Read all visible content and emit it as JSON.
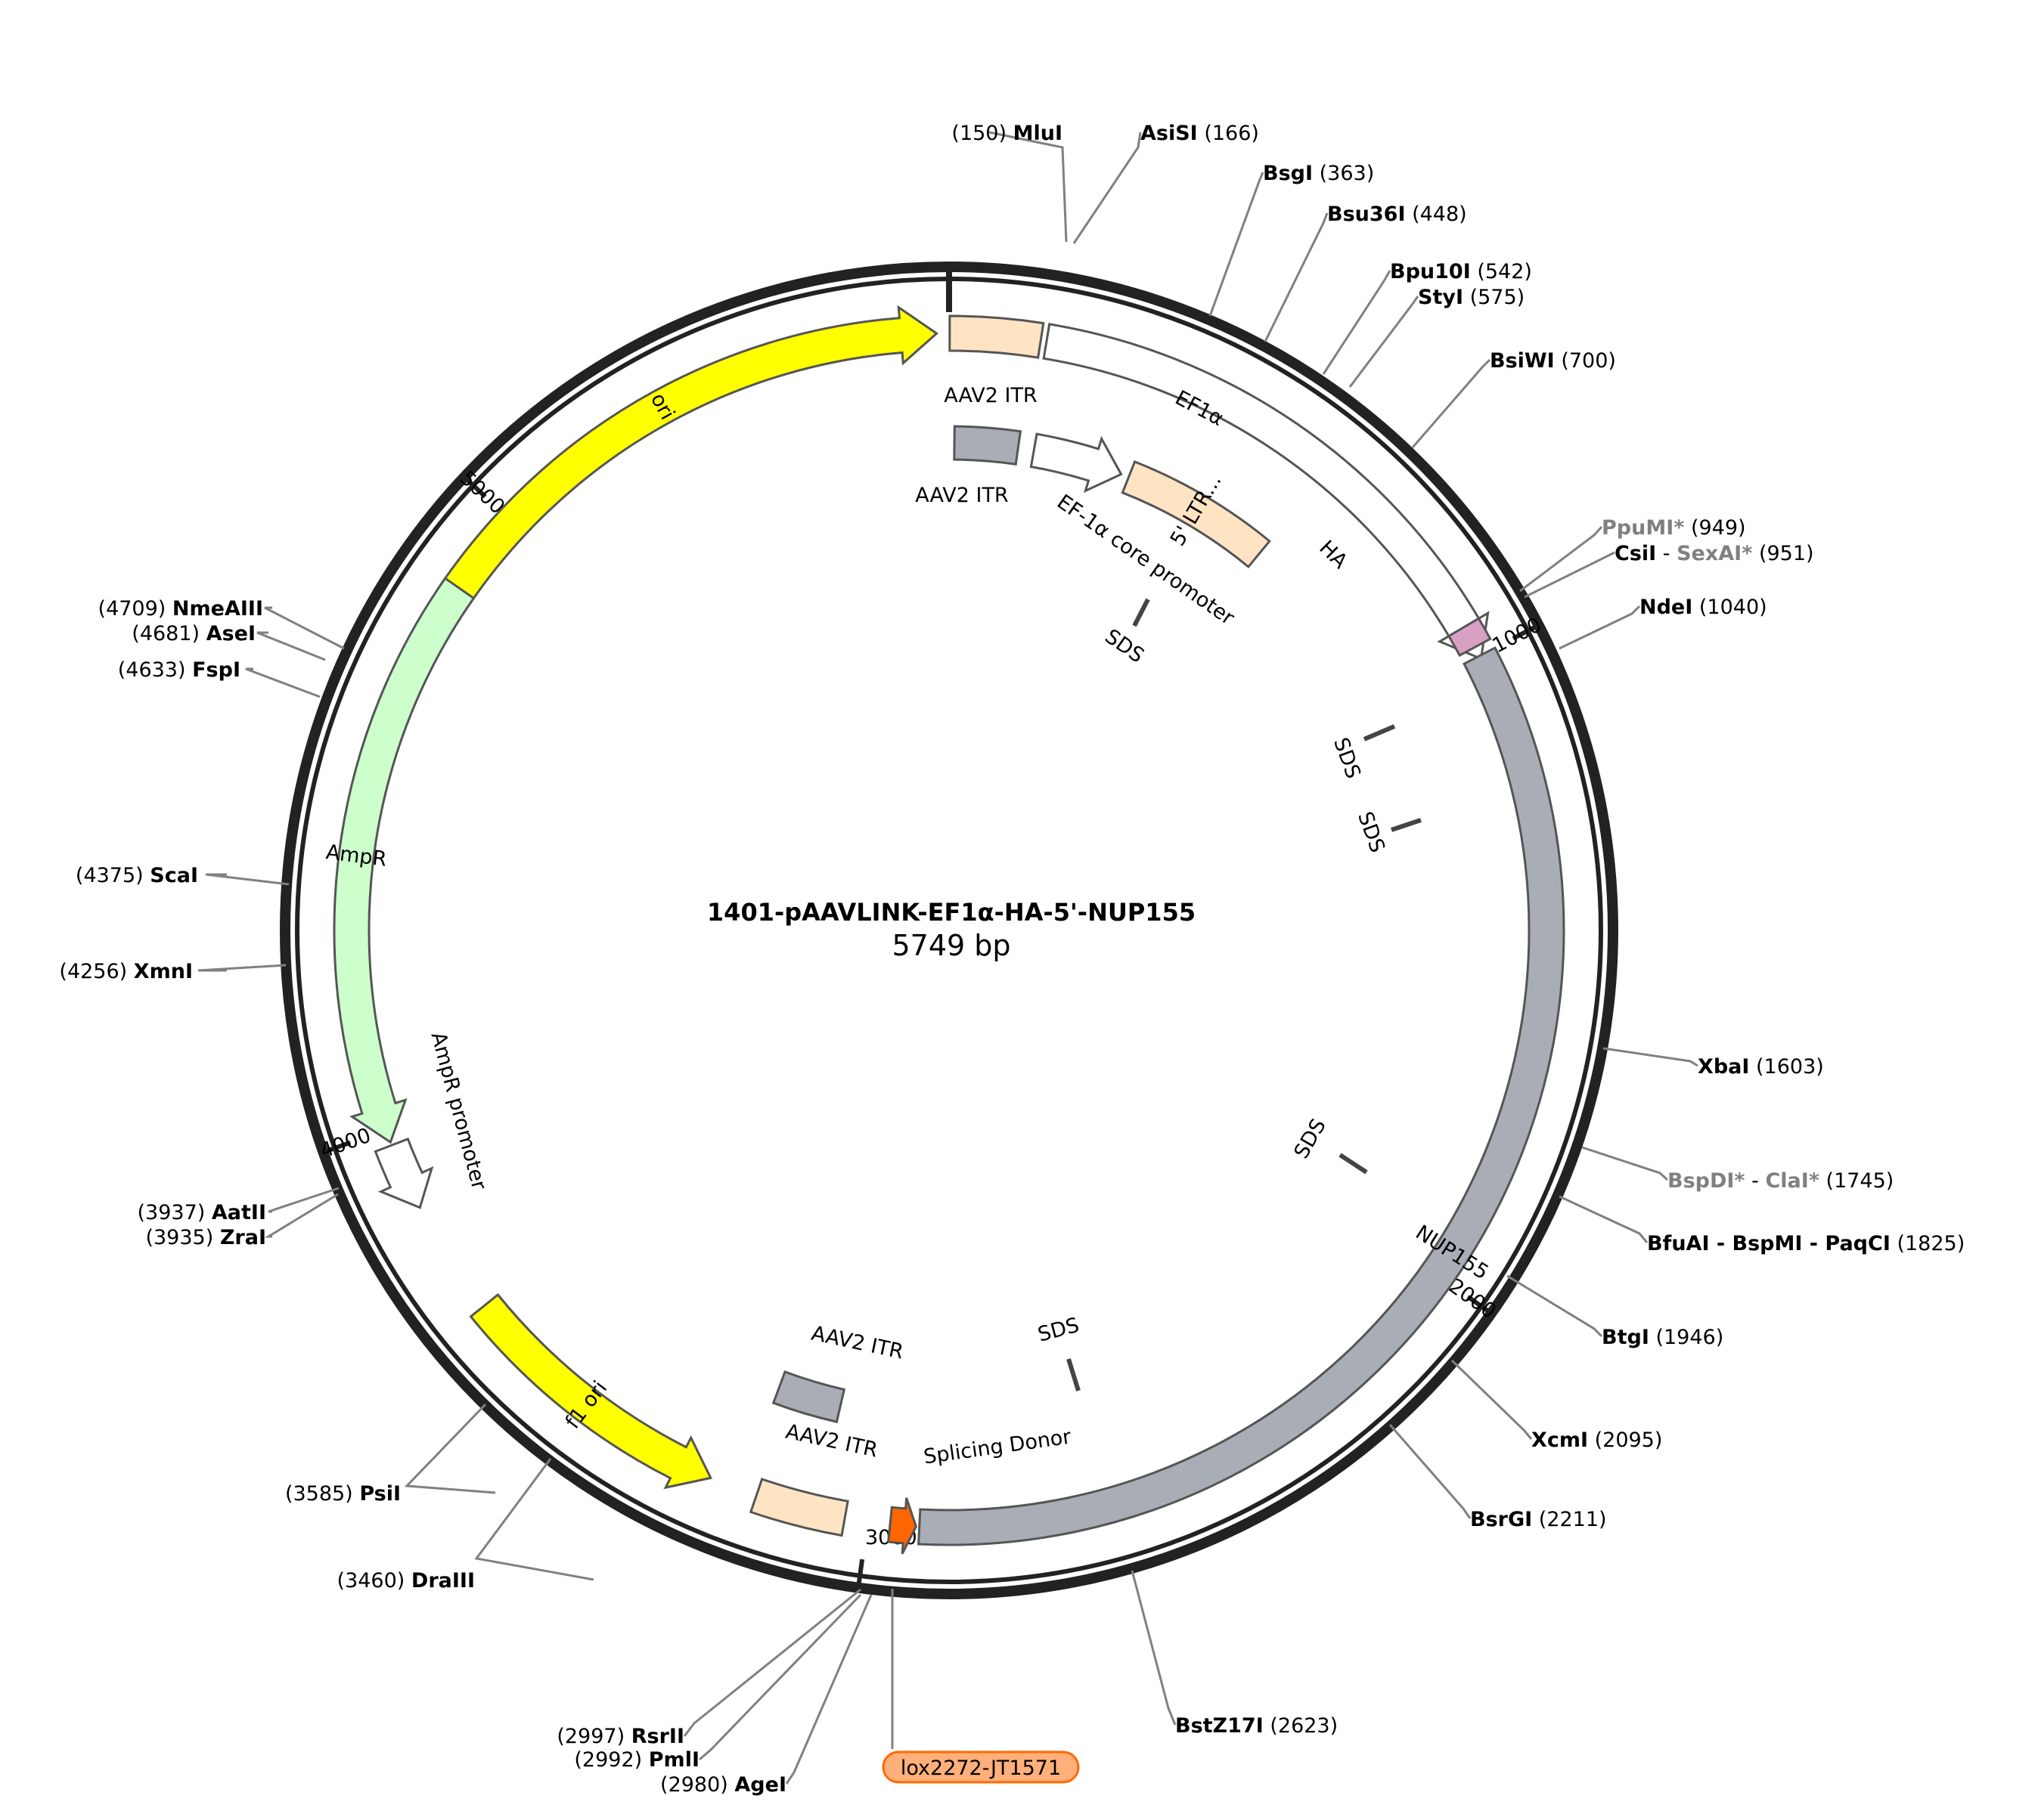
{
  "title": "1401-pAAVLINK-EF1α-HA-5'-NUP155",
  "subtitle": "5749 bp",
  "total_bp": 5749,
  "ticks": [
    {
      "bp": 1000,
      "label": "1000"
    },
    {
      "bp": 2000,
      "label": "2000"
    },
    {
      "bp": 3000,
      "label": "3000"
    },
    {
      "bp": 4000,
      "label": "4000"
    },
    {
      "bp": 5000,
      "label": "5000"
    }
  ],
  "features": [
    {
      "name": "ori",
      "type": "arrow",
      "ring": "outer",
      "start": 4850,
      "end": 5730,
      "dir": 1,
      "color": "#ffff00",
      "label_inside": true
    },
    {
      "name": "AAV2 ITR",
      "type": "box",
      "ring": "outer",
      "start": 1,
      "end": 141,
      "color": "#ffe4c4"
    },
    {
      "name": "EF1α",
      "type": "arrow",
      "ring": "outer",
      "start": 150,
      "end": 1005,
      "dir": 1,
      "color": "#ffffff"
    },
    {
      "name": "AAV2 ITR",
      "type": "box",
      "ring": "mid",
      "start": 10,
      "end": 130,
      "color": "#a9adb5"
    },
    {
      "name": "EF-1α core promoter",
      "type": "arrow",
      "ring": "mid",
      "start": 160,
      "end": 330,
      "dir": 1,
      "color": "#ffffff"
    },
    {
      "name": "5' LTR...",
      "type": "box",
      "ring": "mid",
      "start": 345,
      "end": 630,
      "color": "#ffe4c4",
      "label_inside": true
    },
    {
      "name": "HA",
      "type": "box",
      "ring": "outer",
      "start": 950,
      "end": 985,
      "color": "#d8a1c4"
    },
    {
      "name": "NUP155",
      "type": "box",
      "ring": "outer",
      "start": 1000,
      "end": 2920,
      "color": "#a9adb5",
      "label_inside": true
    },
    {
      "name": "AmpR",
      "type": "arrow",
      "ring": "outer",
      "start": 3980,
      "end": 4870,
      "dir": -1,
      "color": "#ccffcc",
      "label_inside": true
    },
    {
      "name": "AmpR promoter",
      "type": "arrow",
      "ring": "outer",
      "start": 3870,
      "end": 3975,
      "dir": -1,
      "color": "#ffffff"
    },
    {
      "name": "f1 ori",
      "type": "arrow",
      "ring": "outer",
      "start": 3250,
      "end": 3690,
      "dir": -1,
      "color": "#ffff00",
      "label_inside": true
    },
    {
      "name": "AAV2 ITR",
      "type": "box",
      "ring": "outer",
      "start": 3035,
      "end": 3175,
      "color": "#ffe4c4"
    },
    {
      "name": "AAV2 ITR",
      "type": "box",
      "ring": "mid",
      "start": 3080,
      "end": 3200,
      "color": "#a9adb5"
    },
    {
      "name": "Splicing Donor",
      "type": "arrow",
      "ring": "outer",
      "start": 2925,
      "end": 2965,
      "dir": -1,
      "color": "#ff6600"
    }
  ],
  "sds_marks": [
    {
      "label": "SDS"
    },
    {
      "label": "SDS"
    },
    {
      "label": "SDS"
    },
    {
      "label": "SDS"
    },
    {
      "label": "SDS"
    }
  ],
  "sites": [
    {
      "name": "MluI",
      "pos": "(150)"
    },
    {
      "name": "AsiSI",
      "pos": "(166)"
    },
    {
      "name": "BsgI",
      "pos": "(363)"
    },
    {
      "name": "Bsu36I",
      "pos": "(448)"
    },
    {
      "name": "Bpu10I",
      "pos": "(542)"
    },
    {
      "name": "StyI",
      "pos": "(575)"
    },
    {
      "name": "BsiWI",
      "pos": "(700)"
    },
    {
      "name": "PpuMI*",
      "pos": "(949)"
    },
    {
      "name": "CsiI",
      "name2": "SexAI*",
      "pos": "(951)"
    },
    {
      "name": "NdeI",
      "pos": "(1040)"
    },
    {
      "name": "XbaI",
      "pos": "(1603)"
    },
    {
      "name": "BspDI*",
      "name2": "ClaI*",
      "pos": "(1745)"
    },
    {
      "name": "BfuAI - BspMI - PaqCI",
      "pos": "(1825)"
    },
    {
      "name": "BtgI",
      "pos": "(1946)"
    },
    {
      "name": "XcmI",
      "pos": "(2095)"
    },
    {
      "name": "BsrGI",
      "pos": "(2211)"
    },
    {
      "name": "BstZ17I",
      "pos": "(2623)"
    },
    {
      "name": "RsrII",
      "pos": "(2997)"
    },
    {
      "name": "PmlI",
      "pos": "(2992)"
    },
    {
      "name": "AgeI",
      "pos": "(2980)"
    },
    {
      "name": "DraIII",
      "pos": "(3460)"
    },
    {
      "name": "PsiI",
      "pos": "(3585)"
    },
    {
      "name": "ZraI",
      "pos": "(3935)"
    },
    {
      "name": "AatII",
      "pos": "(3937)"
    },
    {
      "name": "XmnI",
      "pos": "(4256)"
    },
    {
      "name": "ScaI",
      "pos": "(4375)"
    },
    {
      "name": "FspI",
      "pos": "(4633)"
    },
    {
      "name": "AseI",
      "pos": "(4681)"
    },
    {
      "name": "NmeAIII",
      "pos": "(4709)"
    }
  ],
  "primer_label": "lox2272-JT1571",
  "colors": {
    "backbone": "#222222",
    "site_line": "#808080",
    "primer_fill": "#ffb07a",
    "primer_stroke": "#ff6a00"
  }
}
